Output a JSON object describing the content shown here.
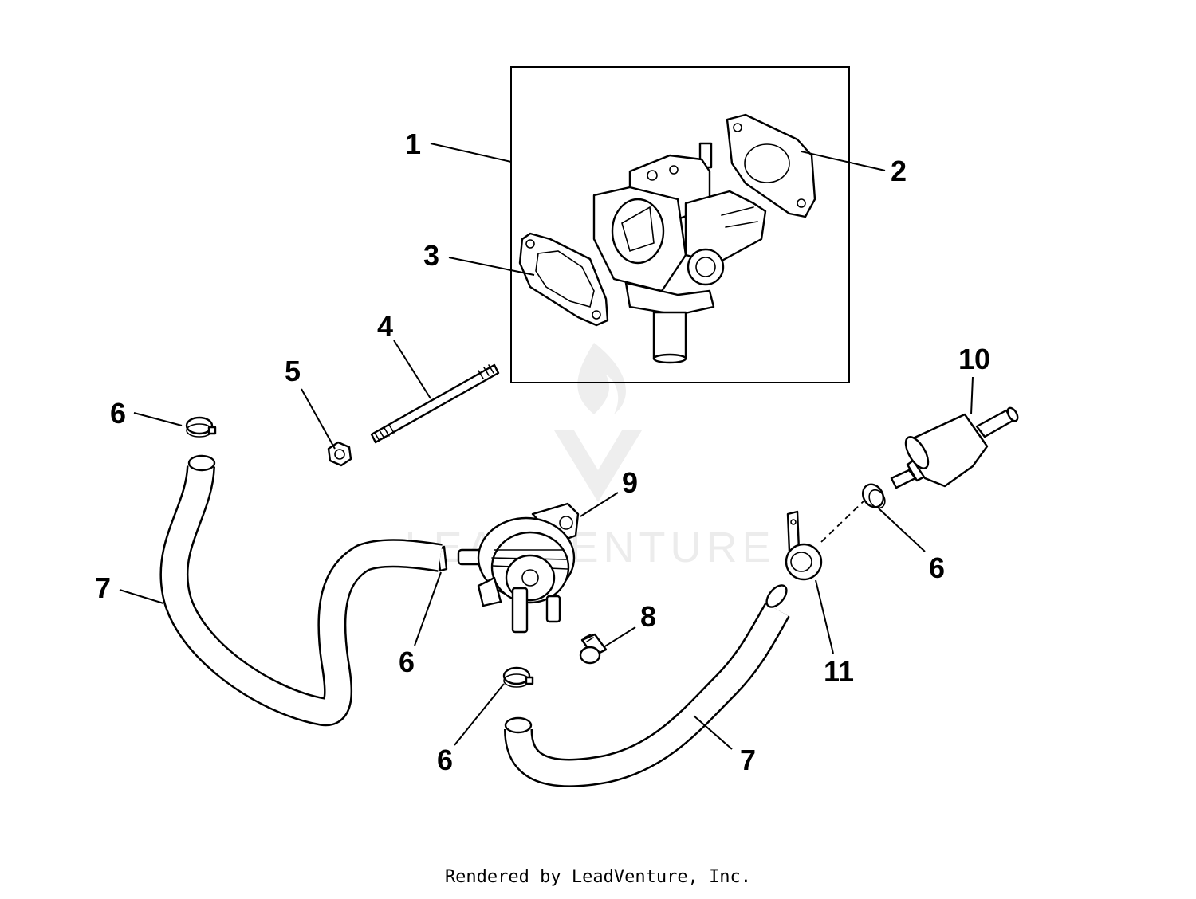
{
  "callouts": {
    "c1": "1",
    "c2": "2",
    "c3": "3",
    "c4": "4",
    "c5": "5",
    "c6a": "6",
    "c6b": "6",
    "c6c": "6",
    "c6d": "6",
    "c7a": "7",
    "c7b": "7",
    "c8": "8",
    "c9": "9",
    "c10": "10",
    "c11": "11"
  },
  "watermark": {
    "text": "LEADVENTURE"
  },
  "footer": {
    "text": "Rendered by LeadVenture, Inc."
  },
  "colors": {
    "line": "#000000",
    "watermark": "#ececec",
    "background": "#ffffff"
  }
}
